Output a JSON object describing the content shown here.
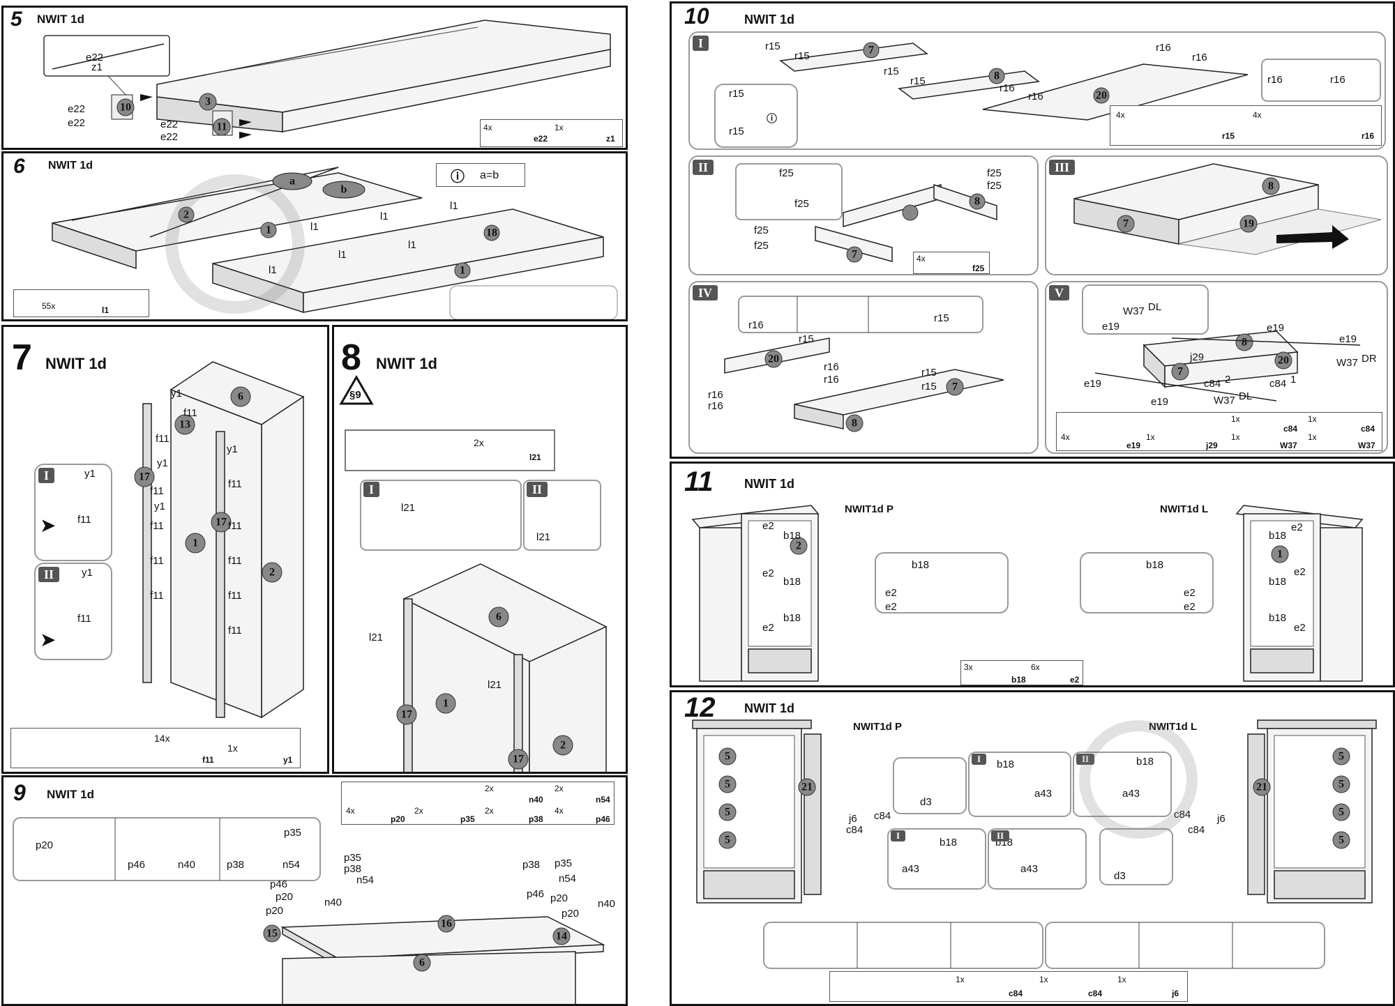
{
  "model": "NWIT 1d",
  "steps": {
    "s5": {
      "num": "5",
      "model": "NWIT 1d",
      "labels": {
        "e22a": "e22",
        "z1": "z1",
        "e22b": "e22",
        "e22c": "e22",
        "e22d": "e22",
        "e22e": "e22",
        "e22f": "e22"
      },
      "parts": {
        "p1": {
          "qty": "4x",
          "code": "e22"
        },
        "p2": {
          "qty": "1x",
          "code": "z1"
        }
      }
    },
    "s6": {
      "num": "6",
      "model": "NWIT 1d",
      "a": "a",
      "b": "b",
      "rule": "a=b",
      "l1": "l1",
      "parts": {
        "p1": {
          "qty": "55x",
          "code": "l1"
        }
      }
    },
    "s7": {
      "num": "7",
      "model": "NWIT 1d",
      "y1": "y1",
      "f11": "f11",
      "r1": "I",
      "r2": "II",
      "parts": {
        "p1": {
          "qty": "14x",
          "code": "f11"
        },
        "p2": {
          "qty": "1x",
          "code": "y1"
        }
      }
    },
    "s8": {
      "num": "8",
      "model": "NWIT 1d",
      "l21": "l21",
      "r1": "I",
      "r2": "II",
      "parts": {
        "p1": {
          "qty": "2x",
          "code": "l21"
        }
      }
    },
    "s9": {
      "num": "9",
      "model": "NWIT 1d",
      "labels": {
        "p20": "p20",
        "p46": "p46",
        "n40": "n40",
        "p35": "p35",
        "p38": "p38",
        "n54": "n54"
      },
      "parts": {
        "p1": {
          "qty": "4x",
          "code": "p20"
        },
        "p2": {
          "qty": "2x",
          "code": "p35"
        },
        "p3": {
          "qty": "2x",
          "code": "n40"
        },
        "p4": {
          "qty": "2x",
          "code": "p38"
        },
        "p5": {
          "qty": "2x",
          "code": "n54"
        },
        "p6": {
          "qty": "4x",
          "code": "p46"
        }
      }
    },
    "s10": {
      "num": "10",
      "model": "NWIT 1d",
      "r1": "I",
      "r2": "II",
      "r3": "III",
      "r4": "IV",
      "r5": "V",
      "labels": {
        "r15": "r15",
        "r16": "r16",
        "f25": "f25",
        "w37dl": "W37",
        "w37dr": "W37",
        "dl": "DL",
        "dr": "DR",
        "e19": "e19",
        "j29": "j29",
        "c84_2": "c84",
        "c84_1": "c84",
        "sup2": "2",
        "sup1": "1"
      },
      "parts": {
        "p1": {
          "qty": "4x",
          "code": "r15"
        },
        "p2": {
          "qty": "4x",
          "code": "r16"
        },
        "p3": {
          "qty": "4x",
          "code": "f25"
        },
        "p4": {
          "qty": "1x",
          "code": "c84"
        },
        "p5": {
          "qty": "1x",
          "code": "c84"
        },
        "p6": {
          "qty": "4x",
          "code": "e19"
        },
        "p7": {
          "qty": "1x",
          "code": "j29"
        },
        "p8": {
          "qty": "1x",
          "code": "W37"
        },
        "p9": {
          "qty": "1x",
          "code": "W37"
        }
      }
    },
    "s11": {
      "num": "11",
      "model": "NWIT 1d",
      "variantP": "NWIT1d P",
      "variantL": "NWIT1d L",
      "labels": {
        "e2": "e2",
        "b18": "b18"
      },
      "parts": {
        "p1": {
          "qty": "3x",
          "code": "b18"
        },
        "p2": {
          "qty": "6x",
          "code": "e2"
        }
      }
    },
    "s12": {
      "num": "12",
      "model": "NWIT 1d",
      "variantP": "NWIT1d P",
      "variantL": "NWIT1d L",
      "labels": {
        "d3": "d3",
        "j6": "j6",
        "c84_1": "c84",
        "c84_2": "c84",
        "b18": "b18",
        "a43": "a43",
        "r1": "I",
        "r2": "II"
      },
      "parts": {
        "p1": {
          "qty": "1x",
          "code": "c84"
        },
        "p2": {
          "qty": "1x",
          "code": "c84"
        },
        "p3": {
          "qty": "1x",
          "code": "j6"
        }
      }
    }
  },
  "part_numbers": {
    "n1": "1",
    "n2": "2",
    "n3": "3",
    "n5": "5",
    "n6": "6",
    "n7": "7",
    "n8": "8",
    "n10": "10",
    "n11": "11",
    "n13": "13",
    "n14": "14",
    "n15": "15",
    "n16": "16",
    "n17": "17",
    "n18": "18",
    "n19": "19",
    "n20": "20",
    "n21": "21"
  }
}
